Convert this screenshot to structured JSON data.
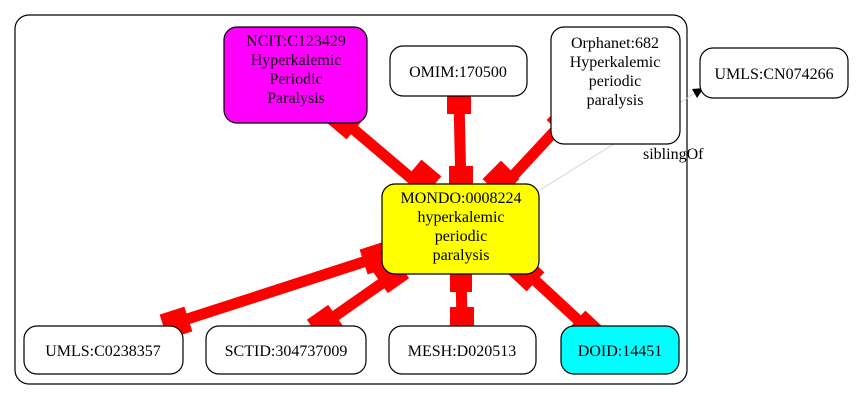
{
  "graph": {
    "center": {
      "lines": [
        "MONDO:0008224",
        "hyperkalemic",
        "periodic",
        "paralysis"
      ],
      "fill": "#ffff00"
    },
    "nodes": {
      "ncit": {
        "lines": [
          "NCIT:C123429",
          "Hyperkalemic",
          "Periodic",
          "Paralysis"
        ],
        "fill": "#ff00ff"
      },
      "omim": {
        "lines": [
          "OMIM:170500"
        ],
        "fill": "#ffffff"
      },
      "orphanet": {
        "lines": [
          "Orphanet:682",
          "Hyperkalemic",
          "periodic",
          "paralysis"
        ],
        "fill": "#ffffff"
      },
      "umls_cn": {
        "lines": [
          "UMLS:CN074266"
        ],
        "fill": "#ffffff"
      },
      "umls_c": {
        "lines": [
          "UMLS:C0238357"
        ],
        "fill": "#ffffff"
      },
      "sctid": {
        "lines": [
          "SCTID:304737009"
        ],
        "fill": "#ffffff"
      },
      "mesh": {
        "lines": [
          "MESH:D020513"
        ],
        "fill": "#ffffff"
      },
      "doid": {
        "lines": [
          "DOID:14451"
        ],
        "fill": "#00ffff"
      }
    },
    "edge_label": "siblingOf",
    "colors": {
      "equivalence_edge": "#ff0000",
      "sibling_edge": "#d3d3d3",
      "border": "#000000"
    }
  }
}
